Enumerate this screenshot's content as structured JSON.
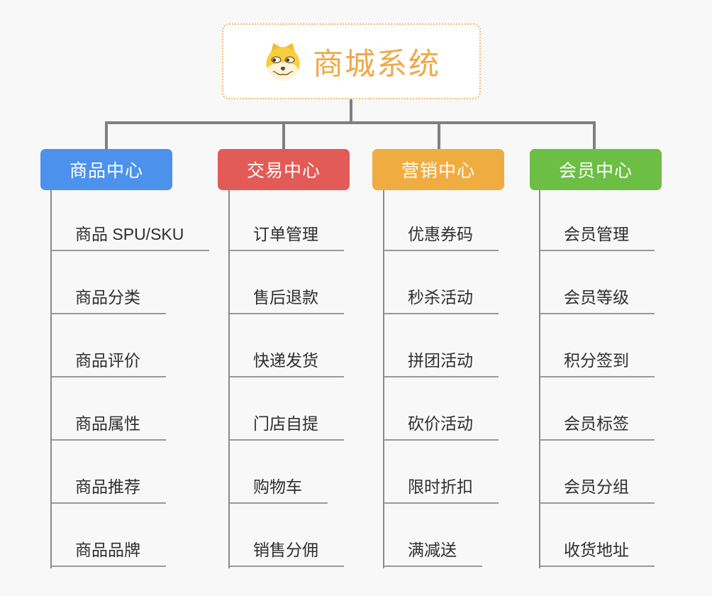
{
  "page": {
    "background": "#f8f8f8",
    "connector_color": "#7f7f7f"
  },
  "root": {
    "title": "商城系统",
    "icon": "doge-icon",
    "text_color": "#efa948",
    "border_color": "#efbb66"
  },
  "branches": [
    {
      "label": "商品中心",
      "color": "#4c92ec",
      "children": [
        "商品 SPU/SKU",
        "商品分类",
        "商品评价",
        "商品属性",
        "商品推荐",
        "商品品牌"
      ]
    },
    {
      "label": "交易中心",
      "color": "#e25b56",
      "children": [
        "订单管理",
        "售后退款",
        "快递发货",
        "门店自提",
        "购物车",
        "销售分佣"
      ]
    },
    {
      "label": "营销中心",
      "color": "#efad41",
      "children": [
        "优惠券码",
        "秒杀活动",
        "拼团活动",
        "砍价活动",
        "限时折扣",
        "满减送"
      ]
    },
    {
      "label": "会员中心",
      "color": "#6cbe45",
      "children": [
        "会员管理",
        "会员等级",
        "积分签到",
        "会员标签",
        "会员分组",
        "收货地址"
      ]
    }
  ]
}
